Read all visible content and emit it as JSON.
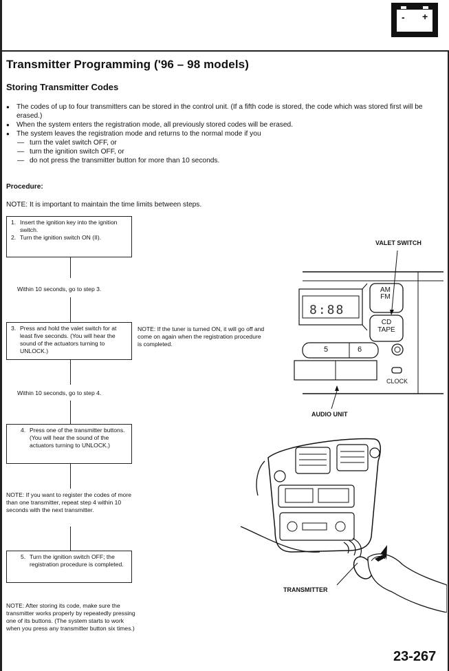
{
  "header": {
    "battery_icon": "battery-icon",
    "battery_minus": "-",
    "battery_plus": "+"
  },
  "title": "Transmitter Programming ('96 – 98 models)",
  "section_title": "Storing Transmitter Codes",
  "bullets": [
    "The codes of up to four transmitters can be stored in the control unit. (If a fifth code is stored, the code which was stored first will be erased.)",
    "When the system enters the registration mode, all previously stored codes will be erased.",
    "The system leaves the registration mode and returns to the normal mode if you"
  ],
  "sub_items": [
    "turn the valet switch OFF, or",
    "turn the ignition switch OFF, or",
    "do not press the transmitter button for more than 10 seconds."
  ],
  "procedure_label": "Procedure:",
  "procedure_note": "NOTE:  It is important to maintain the time limits between steps.",
  "steps": {
    "s1_num": "1.",
    "s1_text": "Insert the ignition key into the ignition switch.",
    "s2_num": "2.",
    "s2_text": "Turn the ignition switch ON (II).",
    "s3_num": "3.",
    "s3_text": "Press and hold the valet switch for at least five seconds. (You will hear the sound of the actuators turning to UNLOCK.)",
    "s4_num": "4.",
    "s4_text": "Press one of the transmitter buttons. (You will hear the sound of the actuators turning to UNLOCK.)",
    "s5_num": "5.",
    "s5_text": "Turn the ignition switch OFF; the registration procedure is completed."
  },
  "within_1": "Within 10 seconds, go to step 3.",
  "within_2": "Within 10 seconds, go to step 4.",
  "note_tuner": "NOTE: If the tuner is turned ON, it will go off and come on again when the registration procedure is completed.",
  "note_register": "NOTE: If you want to register the codes of more than one transmitter, repeat step 4 within 10 seconds with the next transmitter.",
  "note_after": "NOTE: After storing its code, make sure the transmitter works properly by repeatedly pressing one of its buttons. (The system starts to work when you press any transmitter button six times.)",
  "figure": {
    "valet_switch": "VALET SWITCH",
    "am": "AM",
    "fm": "FM",
    "cd": "CD",
    "tape": "TAPE",
    "display": "8:88",
    "preset5": "5",
    "preset6": "6",
    "clock": "CLOCK",
    "audio_unit": "AUDIO UNIT",
    "transmitter": "TRANSMITTER"
  },
  "page_number": "23-267"
}
